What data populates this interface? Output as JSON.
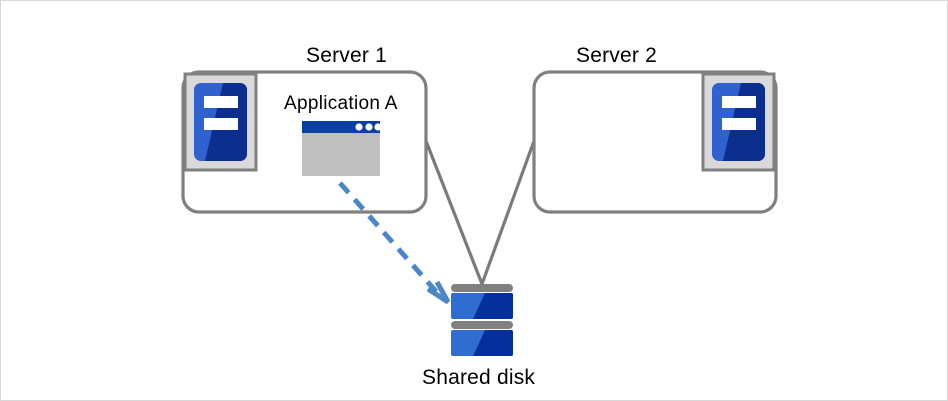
{
  "diagram": {
    "title_bar_note": "",
    "colors": {
      "page_border": "#d9d9d9",
      "box_stroke": "#808080",
      "connector": "#7a7a7a",
      "arrow": "#4a86c8",
      "icon_frame_fill": "#d9d9d9",
      "icon_frame_stroke": "#808080",
      "icon_blue_light": "#2f62cf",
      "icon_blue_dark": "#0b2e8f",
      "window_titlebar": "#0b3fa0",
      "window_body": "#bfbfbf",
      "window_dot": "#ffffff",
      "disk_bar": "#808080",
      "disk_blue_light": "#2f6dd0",
      "disk_blue_dark": "#062f9e",
      "text": "#000000"
    },
    "servers": [
      {
        "id": "server-1",
        "label": "Server 1",
        "icon_name": "server-icon",
        "icon_position": "top-left",
        "contains_application": true
      },
      {
        "id": "server-2",
        "label": "Server 2",
        "icon_name": "server-icon",
        "icon_position": "top-right",
        "contains_application": false
      }
    ],
    "application": {
      "label": "Application A",
      "window_icon_name": "application-window-icon",
      "window_dots": 3
    },
    "storage": {
      "label": "Shared disk",
      "icon_name": "shared-disk-icon",
      "platters": 2
    },
    "connections": [
      {
        "from": "server-1",
        "to": "shared-disk",
        "style": "solid",
        "color": "#7a7a7a"
      },
      {
        "from": "server-2",
        "to": "shared-disk",
        "style": "solid",
        "color": "#7a7a7a"
      }
    ],
    "access_arrow": {
      "from": "application-a",
      "to": "shared-disk",
      "style": "dashed",
      "color": "#4a86c8",
      "has_arrowhead": true
    }
  }
}
